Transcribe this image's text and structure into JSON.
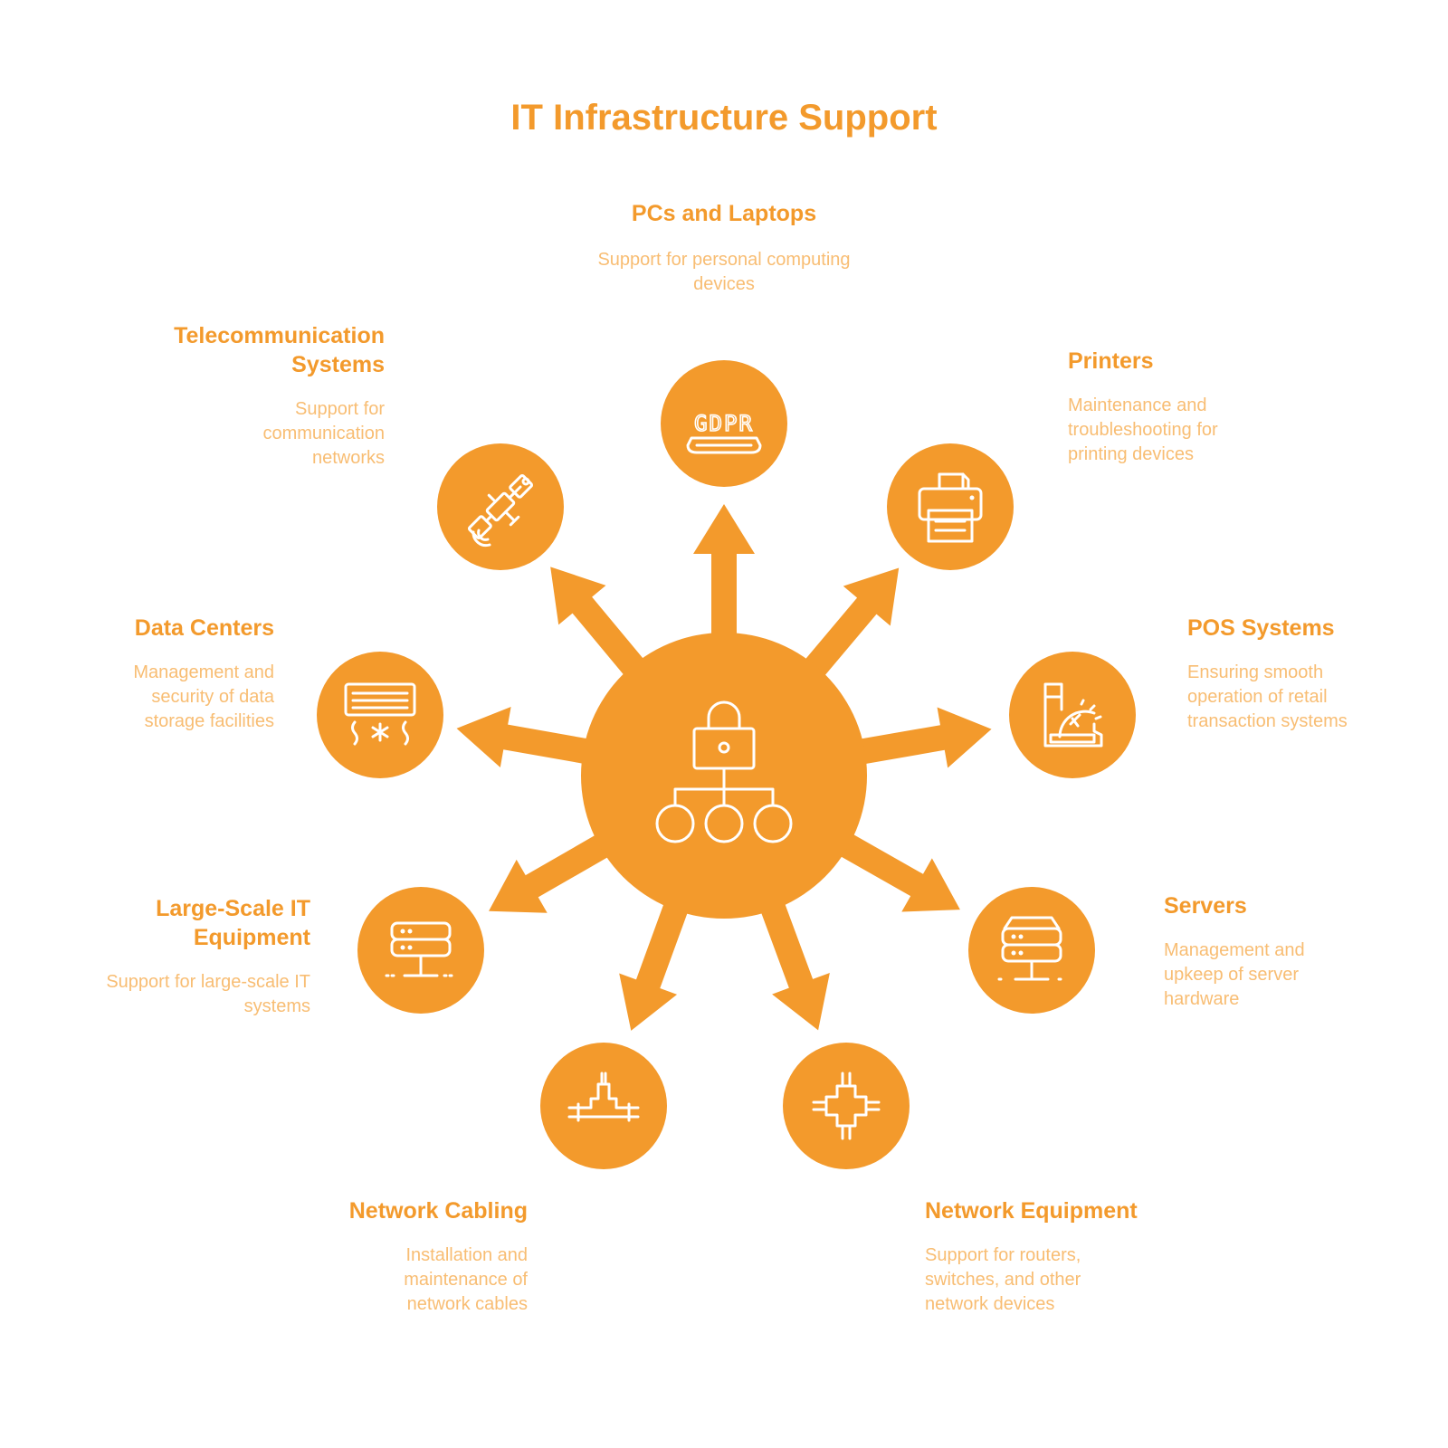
{
  "title": "IT Infrastructure Support",
  "colors": {
    "accent": "#F39A2C",
    "description": "#F8BD73",
    "icon_stroke": "#ffffff"
  },
  "hub": {
    "icon": "lock-network-icon"
  },
  "items": [
    {
      "id": "pcs",
      "title": "PCs and Laptops",
      "description": "Support for personal computing devices",
      "icon": "gdpr-laptop-icon"
    },
    {
      "id": "printers",
      "title": "Printers",
      "description": "Maintenance and troubleshooting for printing devices",
      "icon": "printer-icon"
    },
    {
      "id": "pos",
      "title": "POS Systems",
      "description": "Ensuring smooth operation of retail transaction systems",
      "icon": "cash-register-icon"
    },
    {
      "id": "servers",
      "title": "Servers",
      "description": "Management and upkeep of server hardware",
      "icon": "server-icon"
    },
    {
      "id": "network-equipment",
      "title": "Network Equipment",
      "description": "Support for routers, switches, and other network devices",
      "icon": "network-switch-icon"
    },
    {
      "id": "network-cabling",
      "title": "Network Cabling",
      "description": "Installation and maintenance of network cables",
      "icon": "cable-connector-icon"
    },
    {
      "id": "large-scale",
      "title": "Large-Scale IT Equipment",
      "description": "Support for large-scale IT systems",
      "icon": "server-rack-icon"
    },
    {
      "id": "data-centers",
      "title": "Data Centers",
      "description": "Management and security of data storage facilities",
      "icon": "air-conditioner-icon"
    },
    {
      "id": "telecom",
      "title": "Telecommunication Systems",
      "description": "Support for communication networks",
      "icon": "satellite-icon"
    }
  ]
}
